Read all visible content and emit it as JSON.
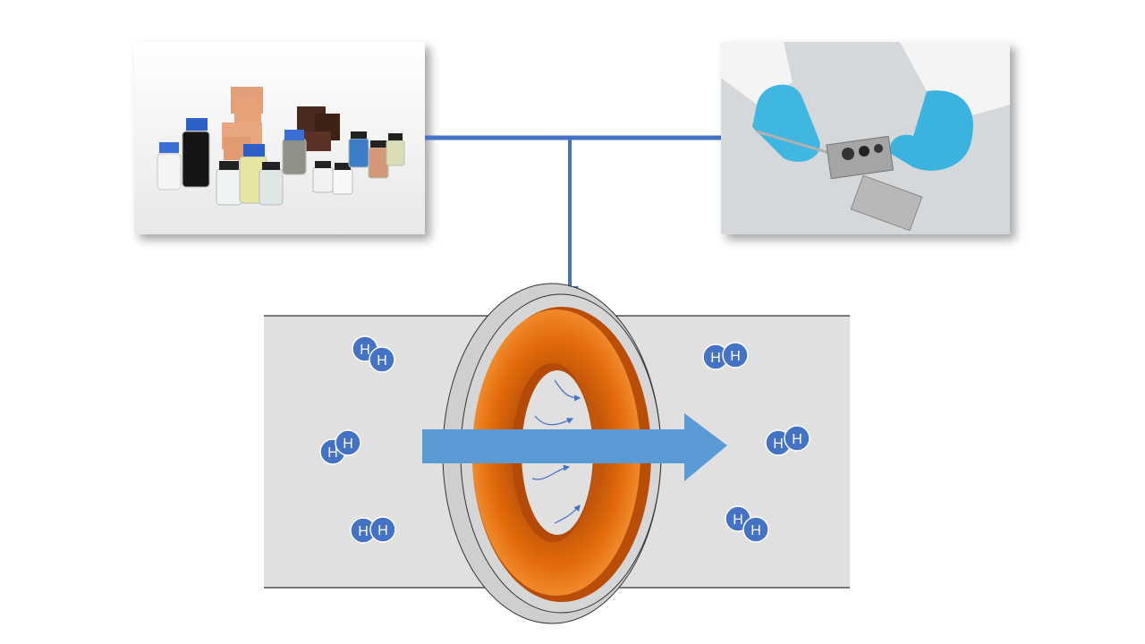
{
  "colors": {
    "connector": "#4472c4",
    "flow_arrow": "#5b9bd5",
    "tube": "#e0e0e0",
    "membrane": "#e46c0a",
    "molecule": "#4472c4"
  },
  "images": {
    "left": "material-samples-photo",
    "right": "gloved-hands-sample-holder-photo"
  },
  "molecules": {
    "atom_label": "H",
    "left_side": [
      "H2",
      "H2",
      "H2"
    ],
    "right_side": [
      "H2",
      "H2",
      "H2"
    ]
  }
}
